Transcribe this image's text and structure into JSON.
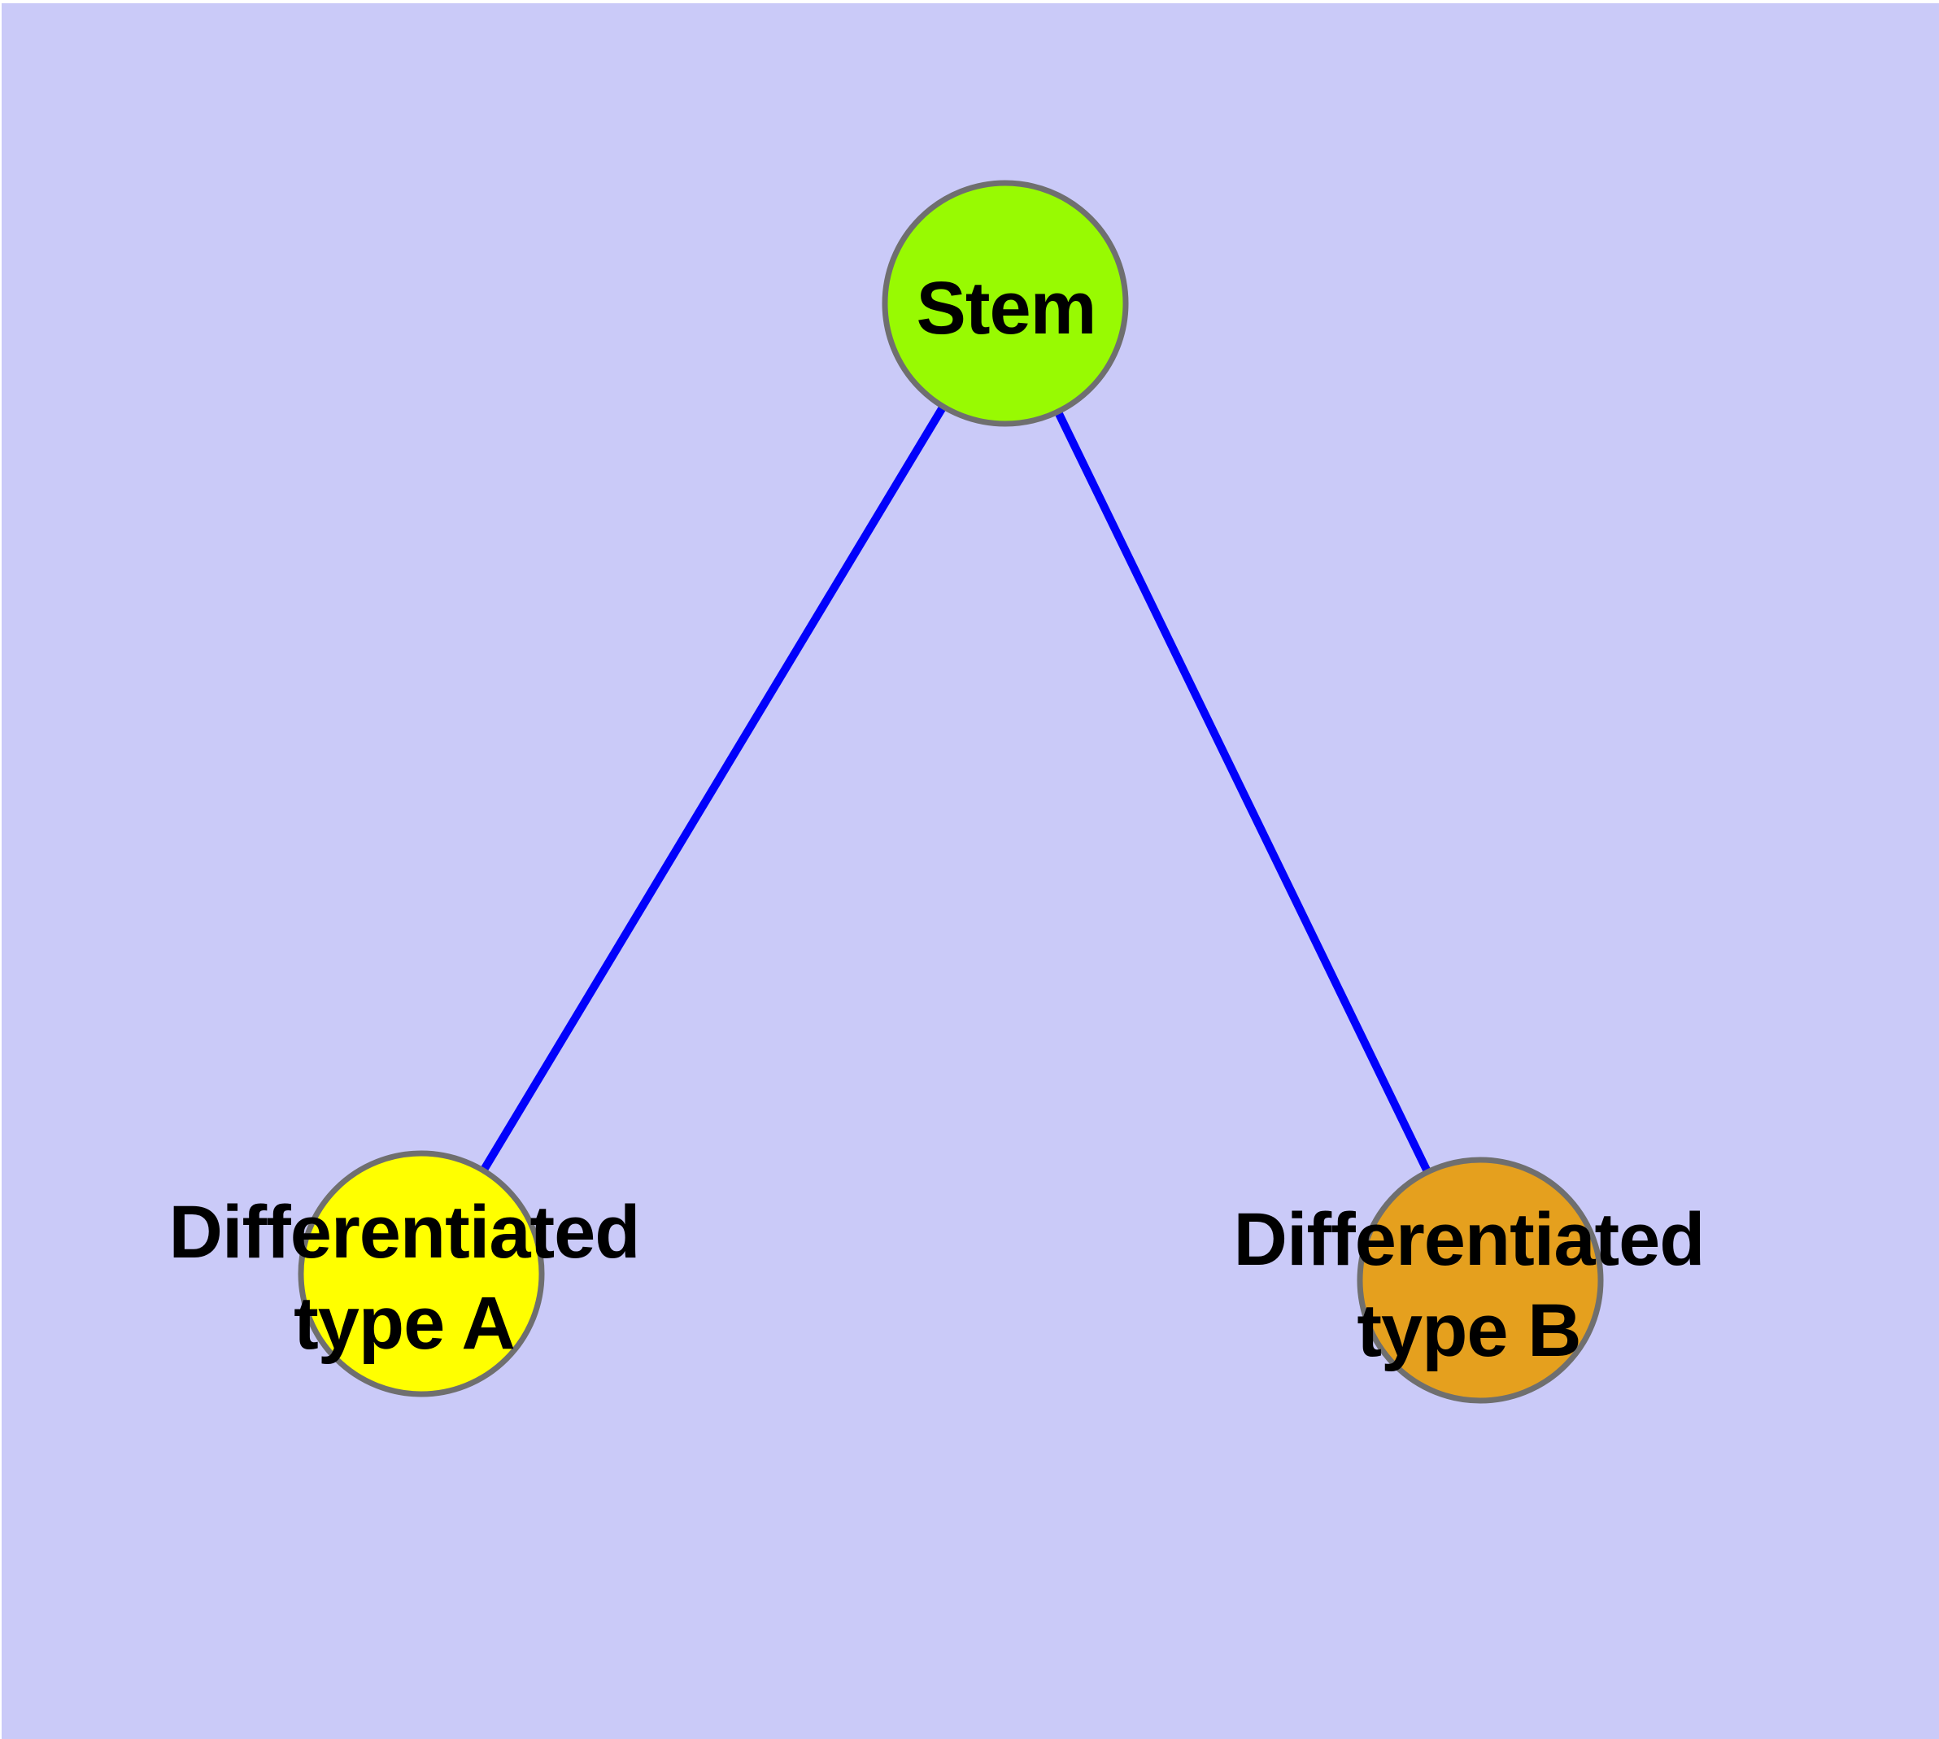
{
  "canvas": {
    "background_color": "#CACAF8",
    "page_margin_color": "#FFFFFF"
  },
  "style": {
    "edge_color": "#0101FB",
    "node_border_color": "#6F6F6F",
    "label_color": "#000000"
  },
  "nodes": [
    {
      "id": "stem",
      "label_lines": [
        "Stem"
      ],
      "fill": "#98FA02"
    },
    {
      "id": "type-a",
      "label_lines": [
        "Differentiated",
        "type A"
      ],
      "fill": "#FFFF00"
    },
    {
      "id": "type-b",
      "label_lines": [
        "Differentiated",
        "type B"
      ],
      "fill": "#E5A01E"
    }
  ],
  "edges": [
    {
      "from": "stem",
      "to": "type-a"
    },
    {
      "from": "stem",
      "to": "type-b"
    }
  ]
}
